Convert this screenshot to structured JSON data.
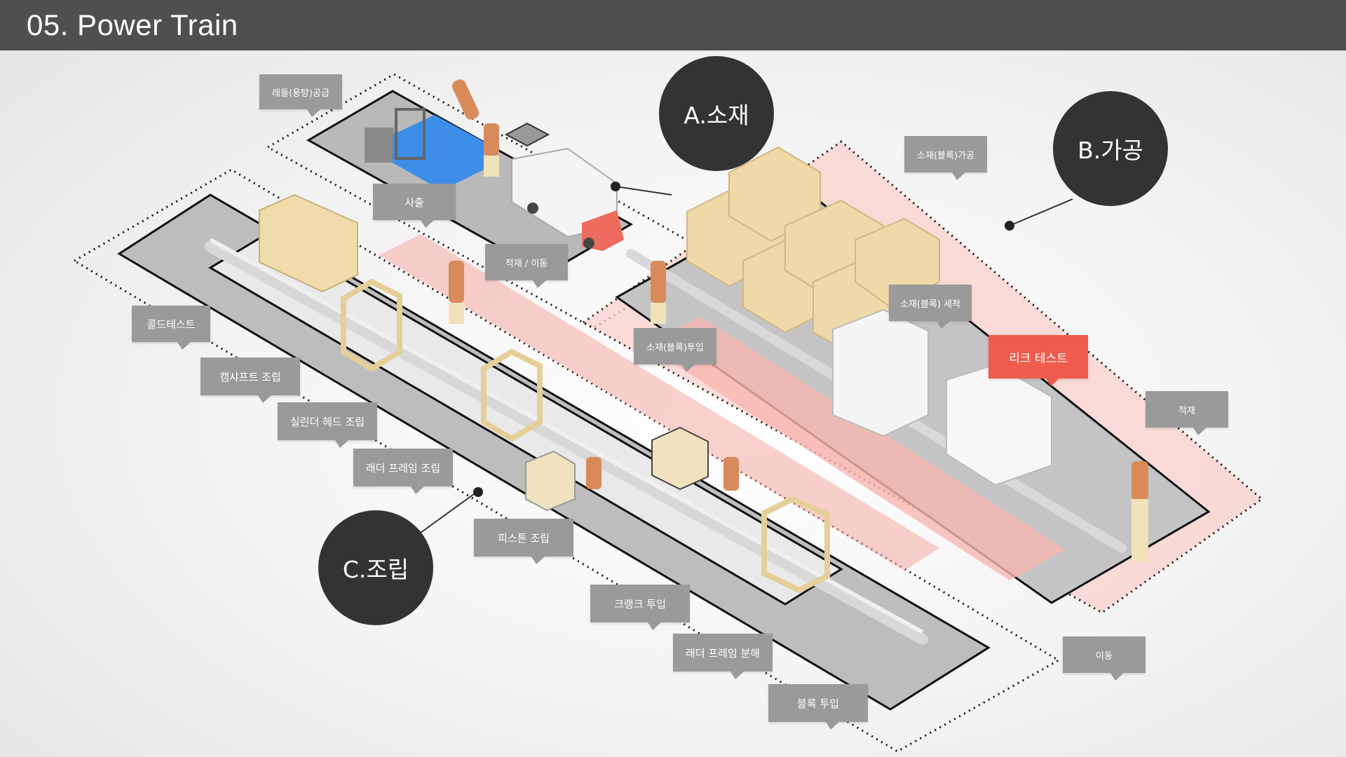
{
  "header": {
    "title": "05. Power Train"
  },
  "sections": {
    "material": "A.소재",
    "machining": "B.가공",
    "assembly": "C.조립"
  },
  "labels": {
    "ladle_supply": "래들(용탕)공급",
    "injection": "사출",
    "load_move": "적재 / 이동",
    "block_machining": "소재(블록)가공",
    "block_wash": "소재(블록) 세척",
    "block_input": "소재(블록)투입",
    "leak_test": "리크 테스트",
    "stack": "적재",
    "cold_test": "콜드테스트",
    "camshaft_assembly": "캠샤프트 조립",
    "cylinder_head_assembly": "실린더 헤드 조립",
    "ladder_frame_assembly": "래더 프레임 조립",
    "piston_assembly": "피스톤 조립",
    "crank_input": "크랭크 투입",
    "ladder_frame_disassembly": "래더 프레임 분해",
    "block_input_assembly": "블록 투입",
    "move": "이동"
  },
  "colors": {
    "header_bg": "#4f4f4f",
    "bubble_bg": "#333333",
    "label_bg": "#9a9a9a",
    "highlight": "#ef5b4c",
    "robot": "#d98a5b",
    "floor": "#b8b8b8",
    "machine": "#f2e3c0",
    "pink_zone": "#f9c9c3"
  }
}
